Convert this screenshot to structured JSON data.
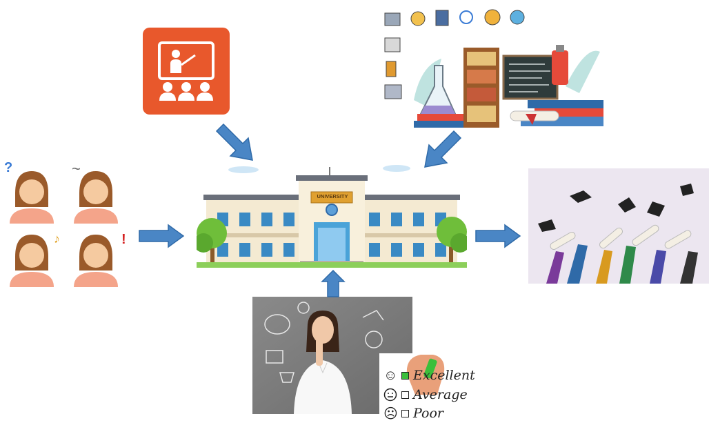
{
  "nodes": {
    "teacher_icon": {
      "colors": {
        "bg": "#e8582c",
        "fg": "#ffffff"
      }
    },
    "students_feelings": {
      "symbols": [
        "?",
        "~",
        "♪",
        "!"
      ]
    },
    "education_collage": {
      "colors": {
        "book": "#e64a3a",
        "shelf": "#9a5b2a",
        "board": "#2f3b3b"
      }
    },
    "university": {
      "sign": "UNIVERSITY",
      "colors": {
        "wall": "#f4ead2",
        "roof": "#6a6f7a",
        "door": "#4aa3d8"
      }
    },
    "graduation": {
      "colors": {
        "bg": "#ece6f0",
        "cap": "#222222"
      }
    },
    "evaluation": {
      "options": [
        {
          "face": "☺",
          "label": "Excellent",
          "checked": true
        },
        {
          "face": "😐",
          "label": "Average",
          "checked": false
        },
        {
          "face": "☹",
          "label": "Poor",
          "checked": false
        }
      ]
    }
  },
  "arrows": {
    "color": "#4a86c5",
    "stroke": "#2f6aa8"
  }
}
